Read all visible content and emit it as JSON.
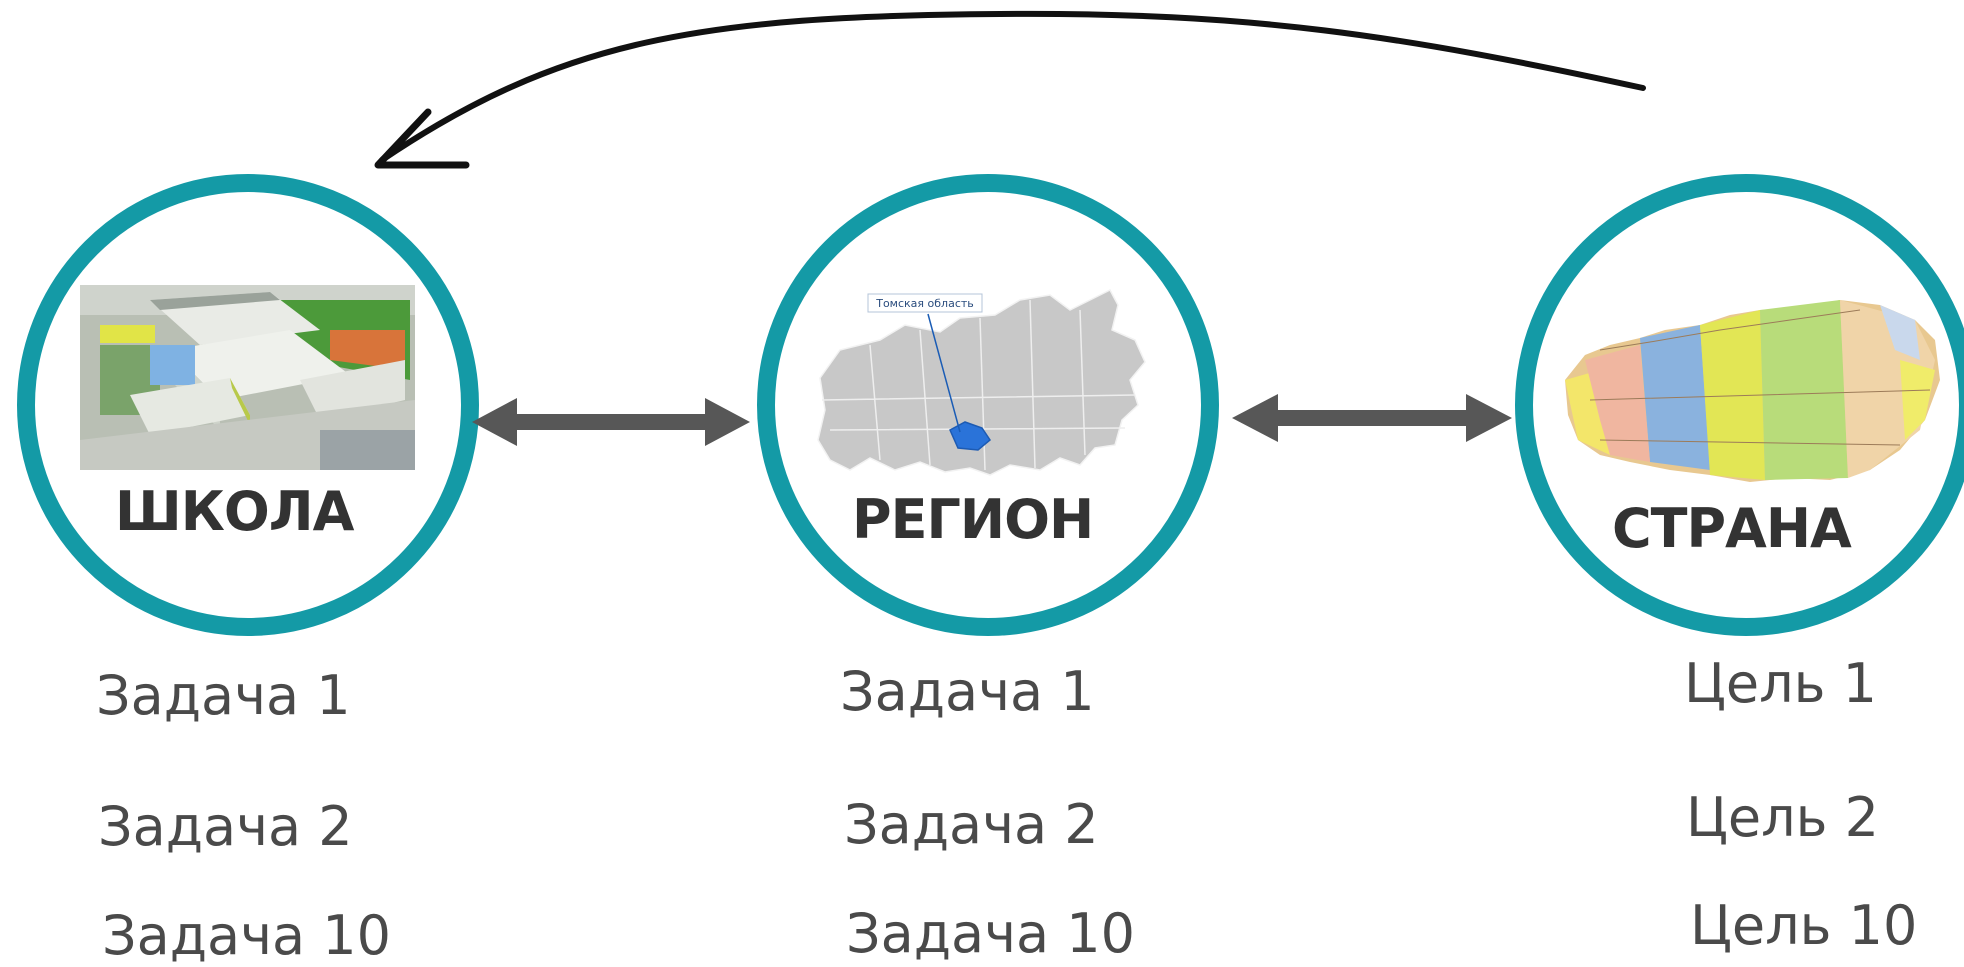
{
  "colors": {
    "ring": "#149aa6",
    "arrow": "#575757",
    "curve": "#111111",
    "title_text": "#333333",
    "item_text": "#4a4a4a"
  },
  "nodes": [
    {
      "id": "school",
      "title": "ШКОЛА",
      "image": "school-building-aerial-photo",
      "items": [
        "Задача 1",
        "Задача 2",
        "Задача 10"
      ]
    },
    {
      "id": "region",
      "title": "РЕГИОН",
      "image": "russia-map-tomsk-region-highlighted",
      "map_callout": "Томская область",
      "items": [
        "Задача 1",
        "Задача 2",
        "Задача 10"
      ]
    },
    {
      "id": "country",
      "title": "СТРАНА",
      "image": "russia-political-map",
      "items": [
        "Цель 1",
        "Цель 2",
        "Цель 10"
      ]
    }
  ],
  "connectors": [
    {
      "from": "school",
      "to": "region",
      "kind": "double-arrow"
    },
    {
      "from": "region",
      "to": "country",
      "kind": "double-arrow"
    },
    {
      "from": "country",
      "to": "school",
      "kind": "curved-arrow"
    }
  ]
}
